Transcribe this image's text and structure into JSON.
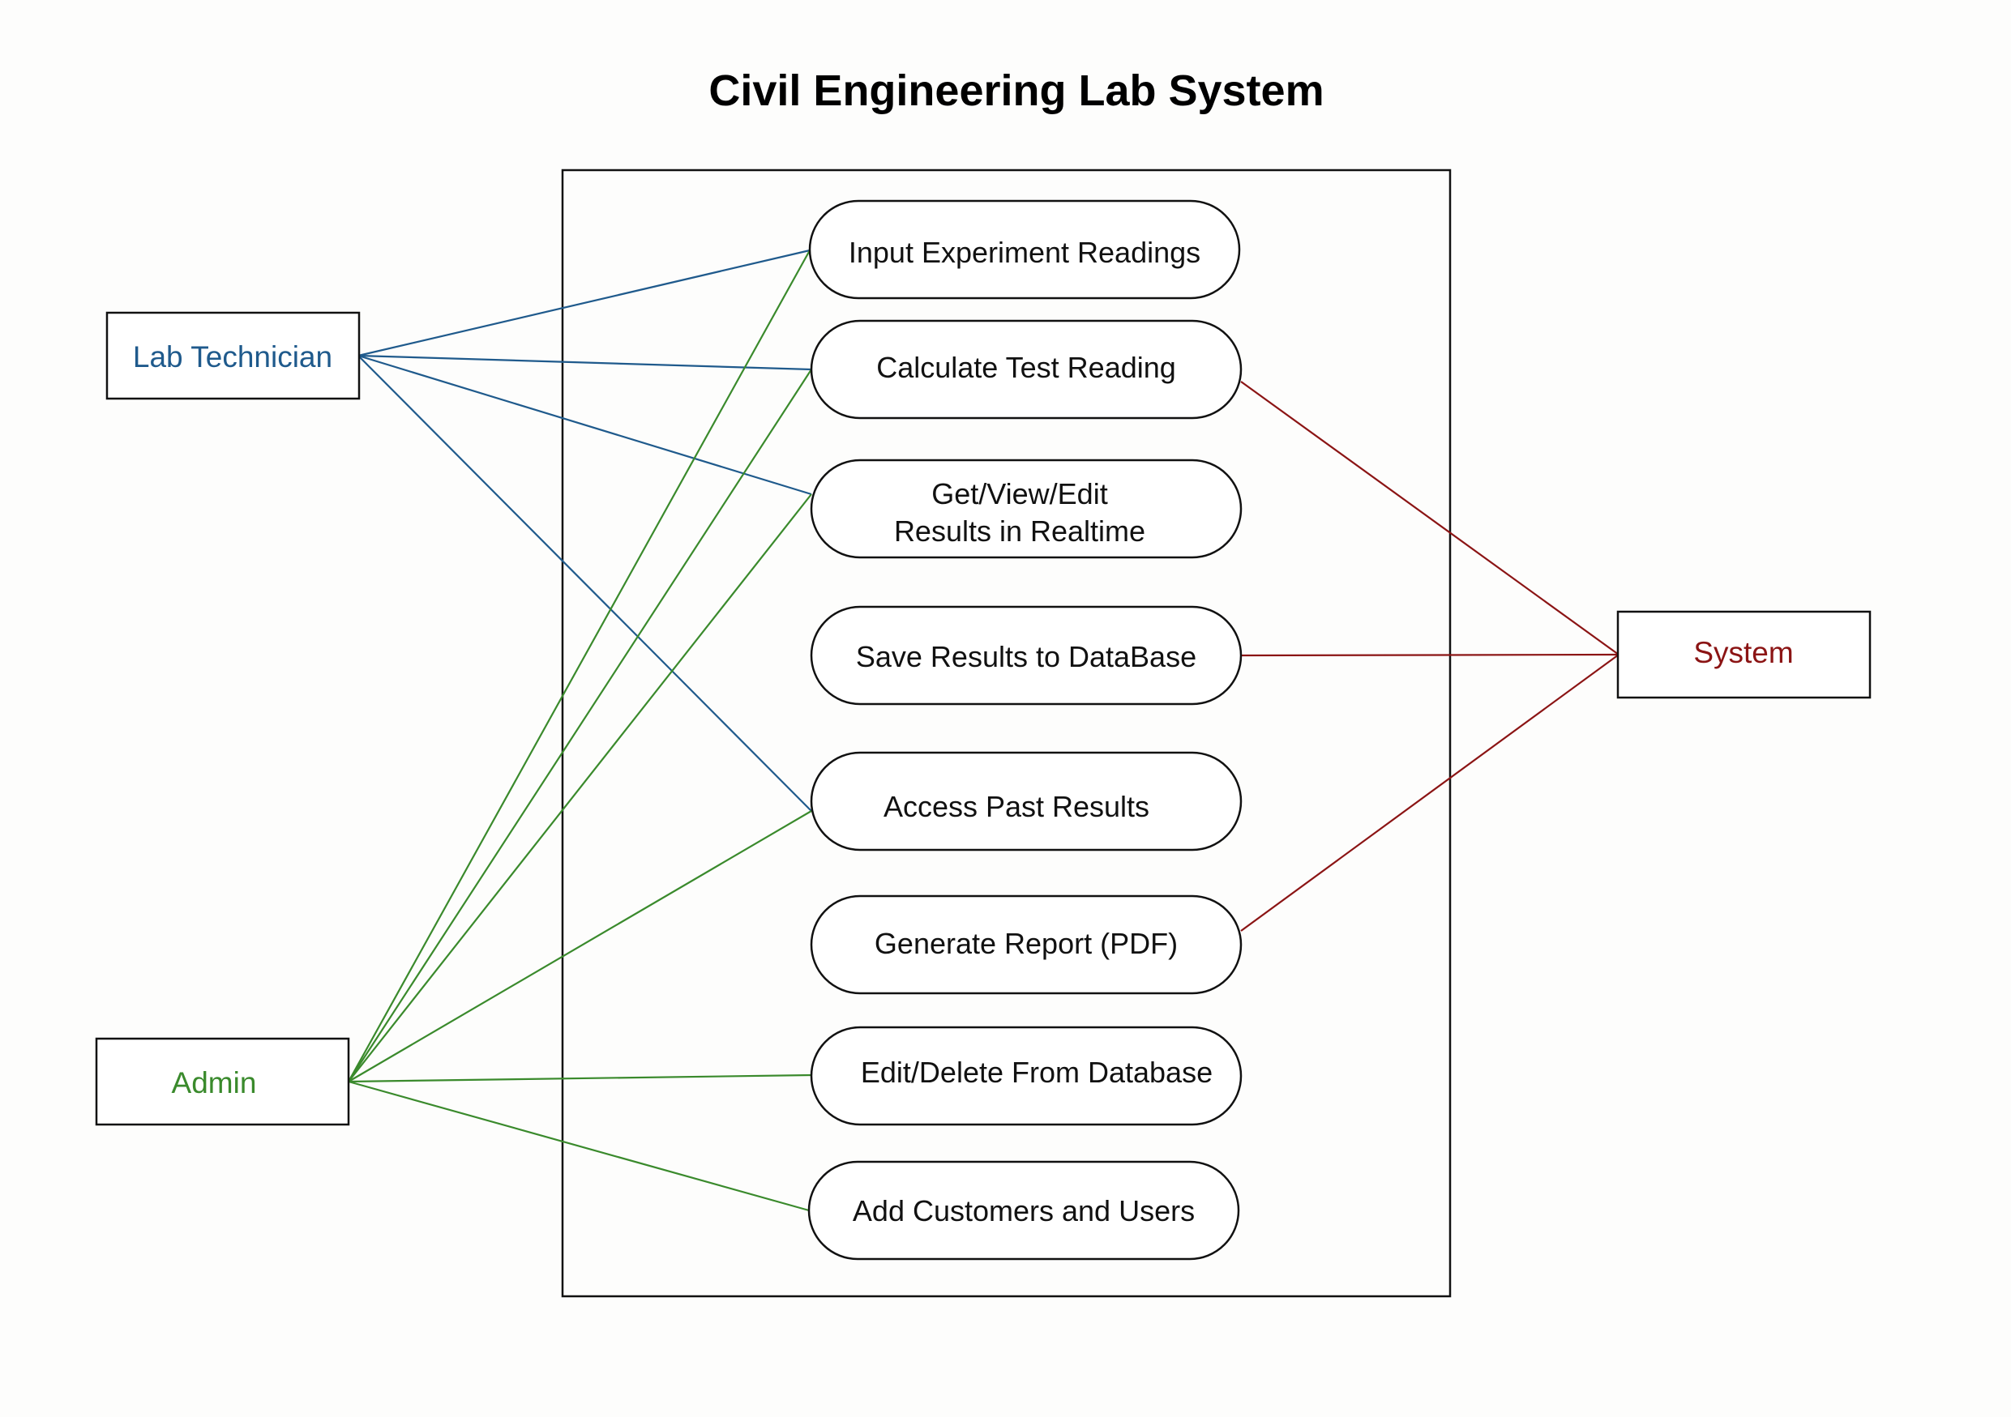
{
  "title": "Civil Engineering Lab System",
  "actors": {
    "lab_technician": {
      "label": "Lab Technician",
      "color": "#1f5a8c"
    },
    "admin": {
      "label": "Admin",
      "color": "#3a8a2c"
    },
    "system": {
      "label": "System",
      "color": "#8b1414"
    }
  },
  "use_cases": [
    {
      "id": "input_readings",
      "lines": [
        "Input Experiment Readings"
      ]
    },
    {
      "id": "calculate_reading",
      "lines": [
        "Calculate Test Reading"
      ]
    },
    {
      "id": "view_edit_results",
      "lines": [
        "Get/View/Edit",
        "Results in Realtime"
      ]
    },
    {
      "id": "save_results",
      "lines": [
        "Save Results to DataBase"
      ]
    },
    {
      "id": "access_past",
      "lines": [
        "Access Past Results"
      ]
    },
    {
      "id": "generate_report",
      "lines": [
        "Generate Report (PDF)"
      ]
    },
    {
      "id": "edit_delete",
      "lines": [
        "Edit/Delete From Database"
      ]
    },
    {
      "id": "add_customers",
      "lines": [
        "Add Customers and Users"
      ]
    }
  ],
  "associations": [
    {
      "actor": "lab_technician",
      "use_case": "input_readings"
    },
    {
      "actor": "lab_technician",
      "use_case": "calculate_reading"
    },
    {
      "actor": "lab_technician",
      "use_case": "view_edit_results"
    },
    {
      "actor": "lab_technician",
      "use_case": "access_past"
    },
    {
      "actor": "admin",
      "use_case": "input_readings"
    },
    {
      "actor": "admin",
      "use_case": "calculate_reading"
    },
    {
      "actor": "admin",
      "use_case": "view_edit_results"
    },
    {
      "actor": "admin",
      "use_case": "access_past"
    },
    {
      "actor": "admin",
      "use_case": "edit_delete"
    },
    {
      "actor": "admin",
      "use_case": "add_customers"
    },
    {
      "actor": "system",
      "use_case": "calculate_reading"
    },
    {
      "actor": "system",
      "use_case": "save_results"
    },
    {
      "actor": "system",
      "use_case": "generate_report"
    }
  ]
}
